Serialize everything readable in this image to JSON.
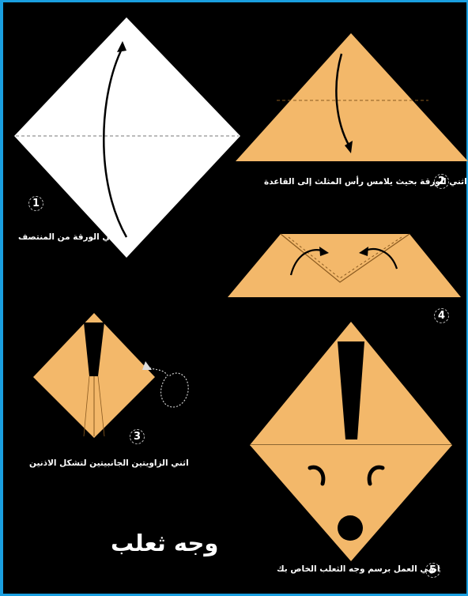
{
  "title": "وجه ثعلب",
  "colors": {
    "background": "#000000",
    "paper": "#f3b86a",
    "white_paper": "#ffffff",
    "border": "#1a9fe0"
  },
  "steps": [
    {
      "number": "1",
      "caption": "اثني الورقة من المنتصف"
    },
    {
      "number": "2",
      "caption": "اثني الورقة بحيث يلامس  رأس المثلث إلى القاعدة"
    },
    {
      "number": "3",
      "caption": "اثني الزاويتين الجانبيتين لتشكل الاذنين"
    },
    {
      "number": "4",
      "caption": ""
    },
    {
      "number": "5",
      "caption": "انهي العمل برسم وجه الثعلب الخاص بك"
    }
  ]
}
